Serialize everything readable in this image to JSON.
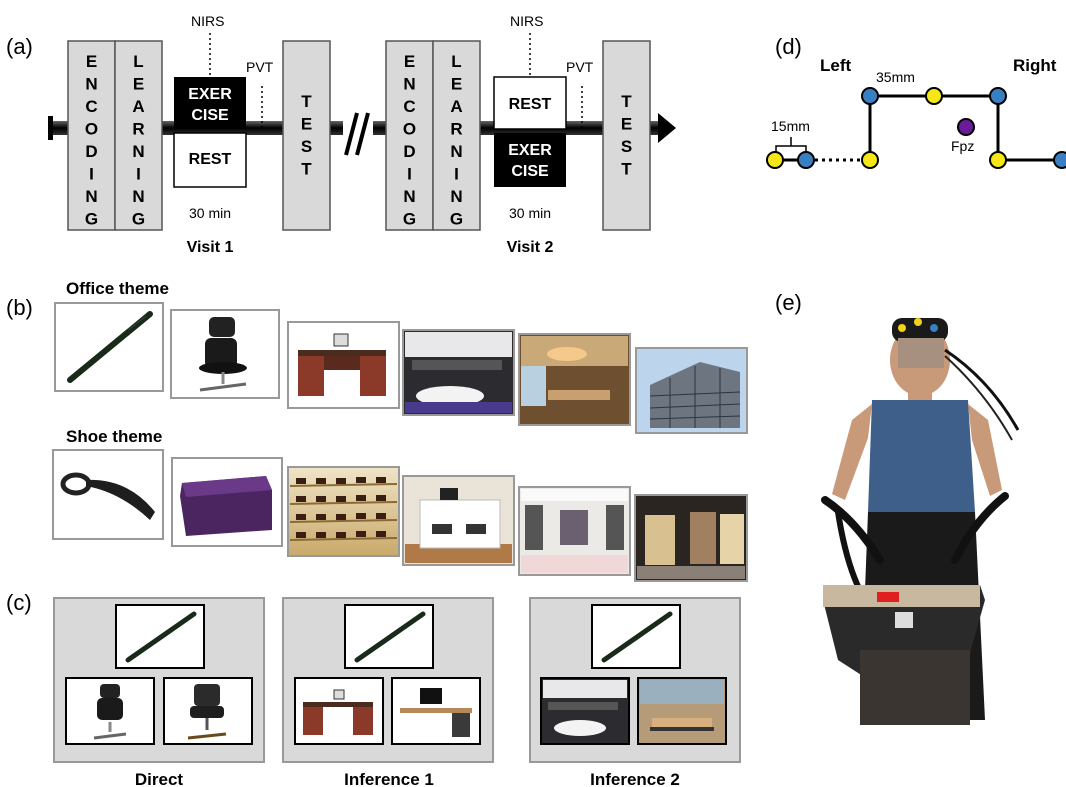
{
  "panels": {
    "a": "(a)",
    "b": "(b)",
    "c": "(c)",
    "d": "(d)",
    "e": "(e)"
  },
  "timeline": {
    "encoding_letters": [
      "E",
      "N",
      "C",
      "O",
      "D",
      "I",
      "N",
      "G"
    ],
    "learning_letters": [
      "L",
      "E",
      "A",
      "R",
      "N",
      "I",
      "N",
      "G"
    ],
    "test_letters": [
      "T",
      "E",
      "S",
      "T"
    ],
    "nirs": "NIRS",
    "pvt": "PVT",
    "exercise_lines": [
      "EXER",
      "CISE"
    ],
    "rest": "REST",
    "duration": "30 min",
    "visit1": "Visit 1",
    "visit2": "Visit 2"
  },
  "stimuli": {
    "office_title": "Office theme",
    "shoe_title": "Shoe theme",
    "office_images": [
      "pen",
      "office-chair",
      "desk",
      "open-office",
      "meeting-room",
      "office-building"
    ],
    "shoe_images": [
      "shoe-horn",
      "ottoman",
      "shoe-shelves",
      "store-counter",
      "shoe-store-interior",
      "shoe-store-front"
    ]
  },
  "conditions": [
    {
      "label": "Direct",
      "cue": "pen",
      "options": [
        "office-chair",
        "leather-chair"
      ]
    },
    {
      "label": "Inference 1",
      "cue": "pen",
      "options": [
        "desk",
        "computer-desk"
      ]
    },
    {
      "label": "Inference 2",
      "cue": "pen",
      "options": [
        "open-office",
        "meeting-room"
      ]
    }
  ],
  "montage": {
    "left": "Left",
    "right": "Right",
    "spacing_long": "35mm",
    "spacing_short": "15mm",
    "fpz": "Fpz",
    "colors": {
      "source": "#3a7fc1",
      "detector": "#f5e617",
      "fpz": "#6a1b9a"
    }
  },
  "photo": {
    "subject": "participant-on-exercise-bike"
  }
}
